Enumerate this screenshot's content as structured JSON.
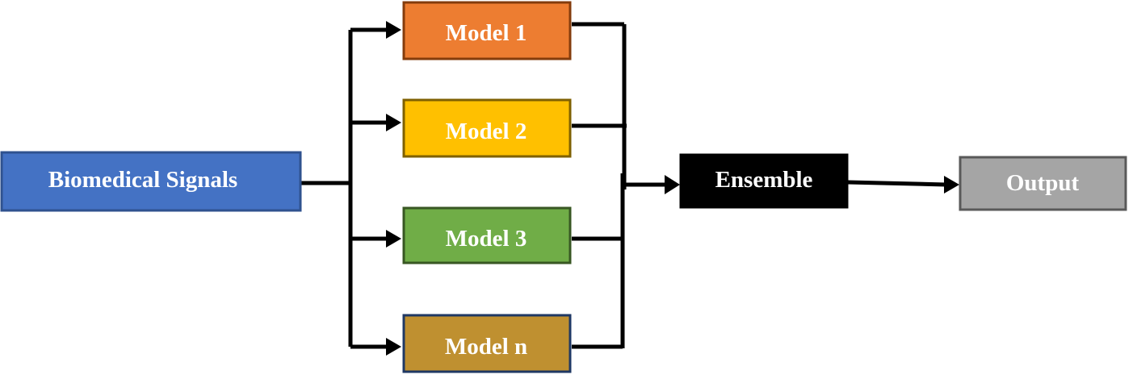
{
  "diagram": {
    "input": {
      "label": "Biomedical Signals",
      "fill": "#4472C4",
      "border": "#2F528F"
    },
    "models": [
      {
        "label": "Model 1",
        "fill": "#ED7D31",
        "border": "#843C0C"
      },
      {
        "label": "Model 2",
        "fill": "#FFC000",
        "border": "#7F6000"
      },
      {
        "label": "Model 3",
        "fill": "#70AD47",
        "border": "#385723"
      },
      {
        "label": "Model n",
        "fill": "#BF9030",
        "border": "#1F3864"
      }
    ],
    "ensemble": {
      "label": "Ensemble",
      "fill": "#000000",
      "border": "#000000"
    },
    "output": {
      "label": "Output",
      "fill": "#A5A5A5",
      "border": "#595959"
    },
    "connector_color": "#000000"
  }
}
